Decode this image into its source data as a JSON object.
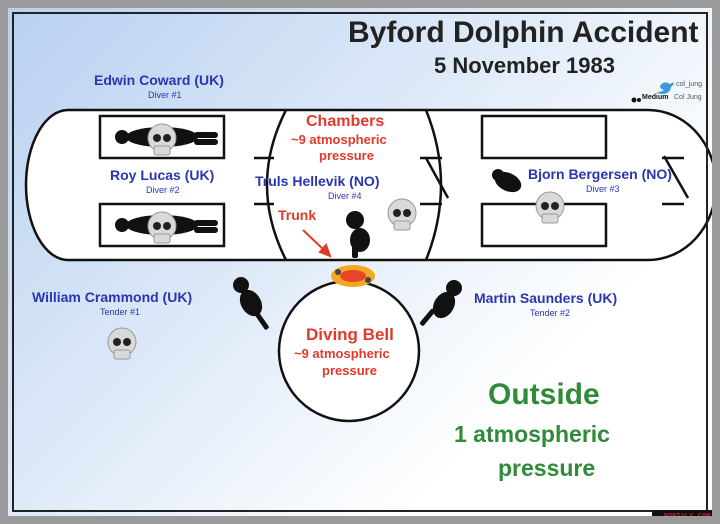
{
  "title": "Byford Dolphin Accident",
  "date": "5 November 1983",
  "credits": {
    "twitter": "col_jung",
    "medium": "Col Jung",
    "medium_label": "Medium"
  },
  "people": [
    {
      "name": "Edwin Coward (UK)",
      "role": "Diver #1"
    },
    {
      "name": "Roy Lucas (UK)",
      "role": "Diver #2"
    },
    {
      "name": "Truls Hellevik (NO)",
      "role": "Diver #4"
    },
    {
      "name": "Bjorn Bergersen (NO)",
      "role": "Diver #3"
    },
    {
      "name": "William Crammond (UK)",
      "role": "Tender #1"
    },
    {
      "name": "Martin Saunders (UK)",
      "role": "Tender #2"
    }
  ],
  "chambers": {
    "title": "Chambers",
    "line1": "~9 atmospheric",
    "line2": "pressure"
  },
  "trunk": "Trunk",
  "bell": {
    "title": "Diving Bell",
    "line1": "~9 atmospheric",
    "line2": "pressure"
  },
  "outside": {
    "title": "Outside",
    "line1": "1 atmospheric",
    "line2": "pressure"
  },
  "watermark": "BORTALY.COM",
  "colors": {
    "blue_text": "#2a35b0",
    "red_text": "#e03a2a",
    "green_text": "#2f8a3a"
  }
}
